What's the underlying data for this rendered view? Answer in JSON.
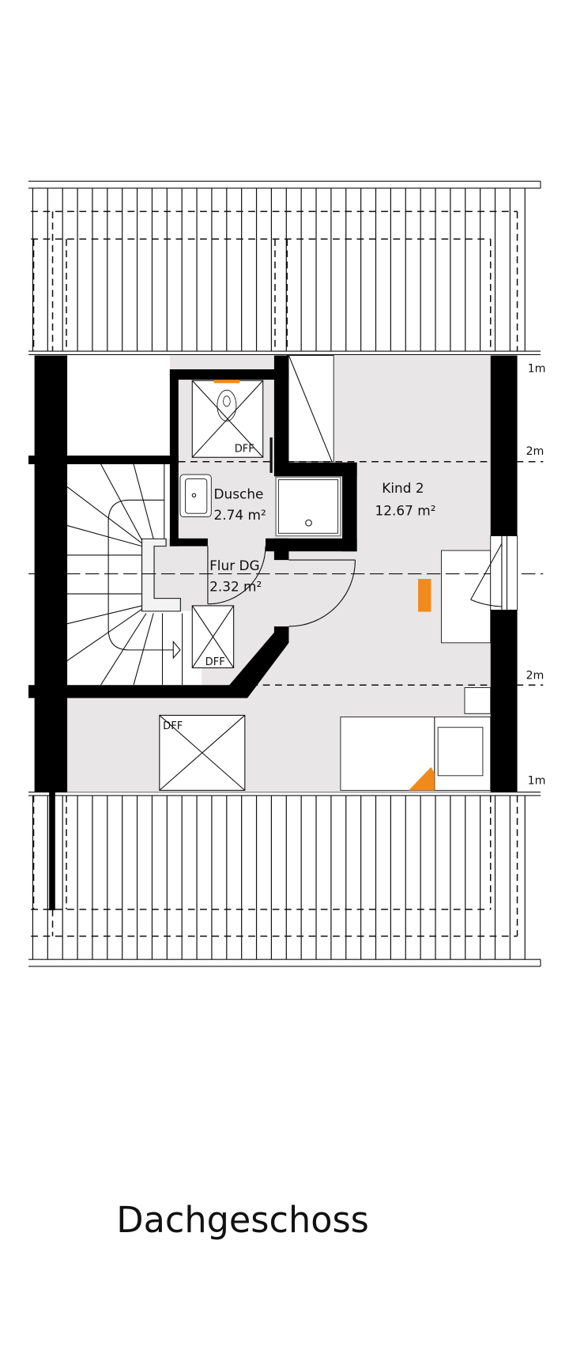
{
  "title": "Dachgeschoss",
  "rooms": [
    {
      "name": "Dusche",
      "area": "2.74 m²"
    },
    {
      "name": "Kind 2",
      "area": "12.67 m²"
    },
    {
      "name": "Flur DG",
      "area": "2.32 m²"
    }
  ],
  "skylight_label": "DFF",
  "height_marks": [
    "1m",
    "2m",
    "2m",
    "1m"
  ],
  "colors": {
    "floor": "#e8e6e7",
    "wall": "#000000",
    "accent": "#f08a1c"
  }
}
